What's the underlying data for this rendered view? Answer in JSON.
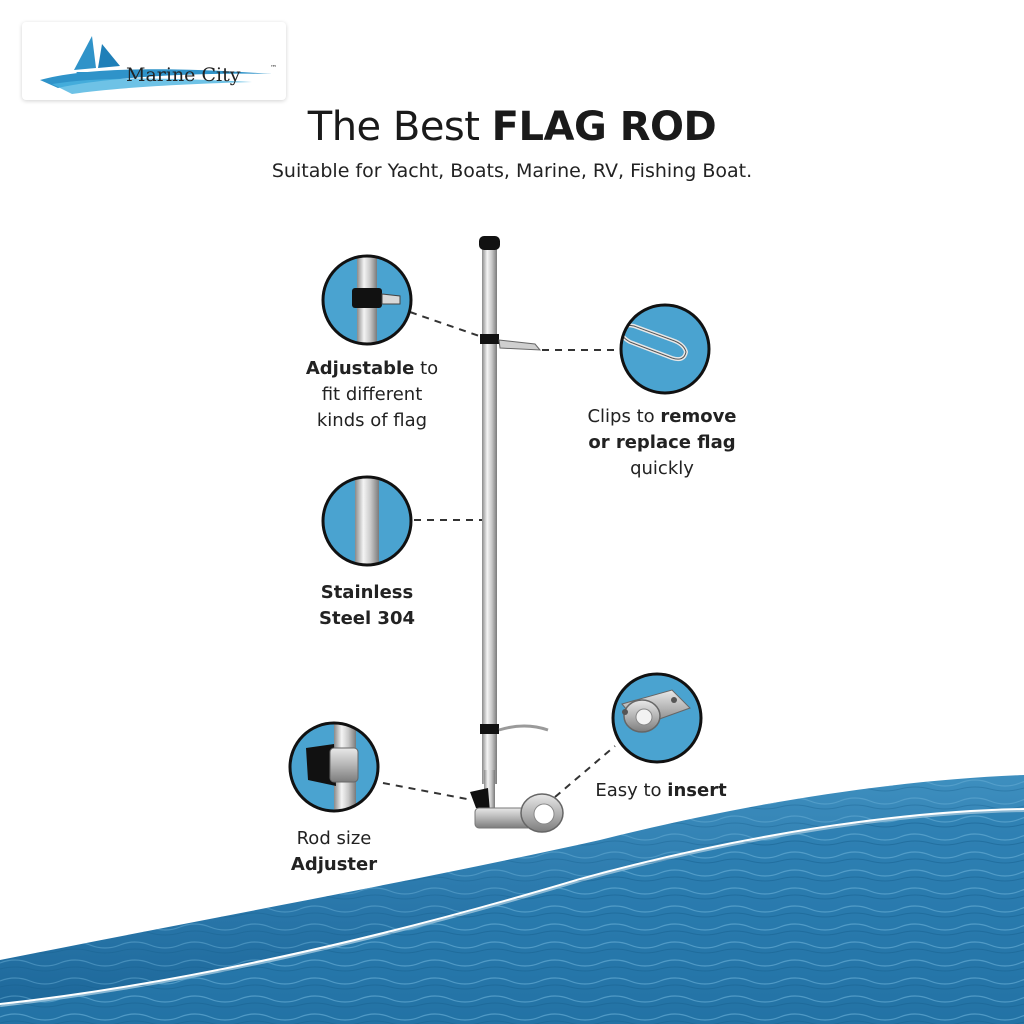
{
  "brand": {
    "name": "Marine City",
    "trademark": "™"
  },
  "headline": {
    "prefix": "The Best ",
    "emphasis": "FLAG ROD"
  },
  "subheadline": "Suitable for Yacht, Boats, Marine, RV, Fishing Boat.",
  "features": {
    "adjustable": {
      "bold": "Adjustable",
      "rest1": " to",
      "line2": "fit different",
      "line3": "kinds of flag"
    },
    "clips": {
      "prefix": "Clips to ",
      "bold1": "remove",
      "bold2": "or replace flag",
      "line3": "quickly"
    },
    "steel": {
      "line1": "Stainless",
      "line2": "Steel 304"
    },
    "insert": {
      "prefix": "Easy to ",
      "bold": "insert"
    },
    "adjuster": {
      "line1": "Rod size",
      "line2": "Adjuster"
    }
  },
  "icons": {
    "logo": "sailboat-wave-icon",
    "detail_adjustable": "rod-clamp-detail-icon",
    "detail_clip": "clip-detail-icon",
    "detail_steel": "steel-tube-detail-icon",
    "detail_insert": "mount-bracket-detail-icon",
    "detail_adjuster": "adjuster-knob-detail-icon"
  },
  "colors": {
    "accent_blue": "#4aa3d0",
    "water_blue": "#2a7eb0",
    "text": "#1a1a1a"
  }
}
